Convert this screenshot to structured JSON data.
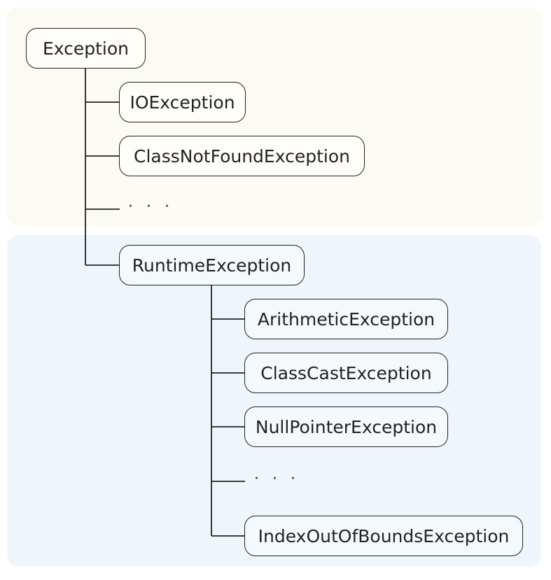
{
  "colors": {
    "checked_panel_bg": "#fcfbf3",
    "runtime_panel_bg": "#eff6fb",
    "node_border": "#222222",
    "text": "#222222"
  },
  "root": {
    "label": "Exception"
  },
  "checked_children": [
    {
      "label": "IOException"
    },
    {
      "label": "ClassNotFoundException"
    }
  ],
  "checked_more": "· · ·",
  "runtime": {
    "label": "RuntimeException"
  },
  "runtime_children": [
    {
      "label": "ArithmeticException"
    },
    {
      "label": "ClassCastException"
    },
    {
      "label": "NullPointerException"
    }
  ],
  "runtime_more": "· · ·",
  "runtime_last_child": {
    "label": "IndexOutOfBoundsException"
  }
}
